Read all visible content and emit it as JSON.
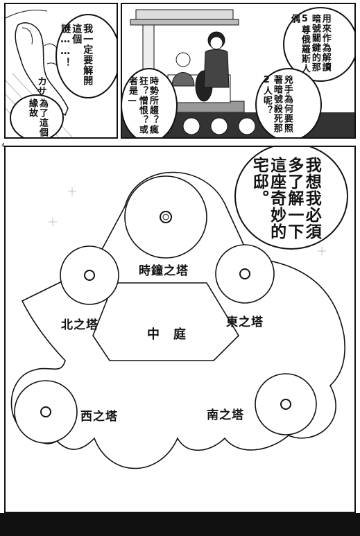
{
  "page_number": "4",
  "panel1": {
    "bubble_right": "我一定要解開這個謎……！",
    "bubble_left": "為了這個緣故",
    "sfx": "カサ…"
  },
  "panel2": {
    "bubble_top": "用來作為解讀暗號關鍵的那5尊俄羅斯人偶",
    "bubble_mid": "兇手為何要照著暗號殺死那2人呢？",
    "bubble_left": "時勢所趨？瘋狂？憎恨？或者是—"
  },
  "map_panel": {
    "bubble": "我想我必須多了解一下這座奇妙的宅邸。",
    "labels": {
      "clock_tower": "時鐘之塔",
      "north_tower": "北之塔",
      "east_tower": "東之塔",
      "courtyard": "中　庭",
      "west_tower": "西之塔",
      "south_tower": "南之塔"
    }
  }
}
